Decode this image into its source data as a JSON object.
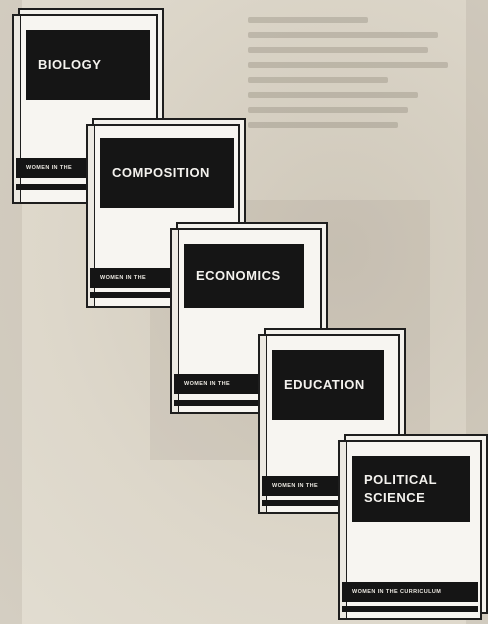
{
  "books": [
    {
      "title": "BIOLOGY",
      "series": "WOMEN IN THE"
    },
    {
      "title": "COMPOSITION",
      "series": "WOMEN IN THE"
    },
    {
      "title": "ECONOMICS",
      "series": "WOMEN IN THE"
    },
    {
      "title": "EDUCATION",
      "series": "WOMEN IN THE"
    },
    {
      "title": "POLITICAL SCIENCE",
      "series": "WOMEN IN THE CURRICULUM"
    }
  ]
}
